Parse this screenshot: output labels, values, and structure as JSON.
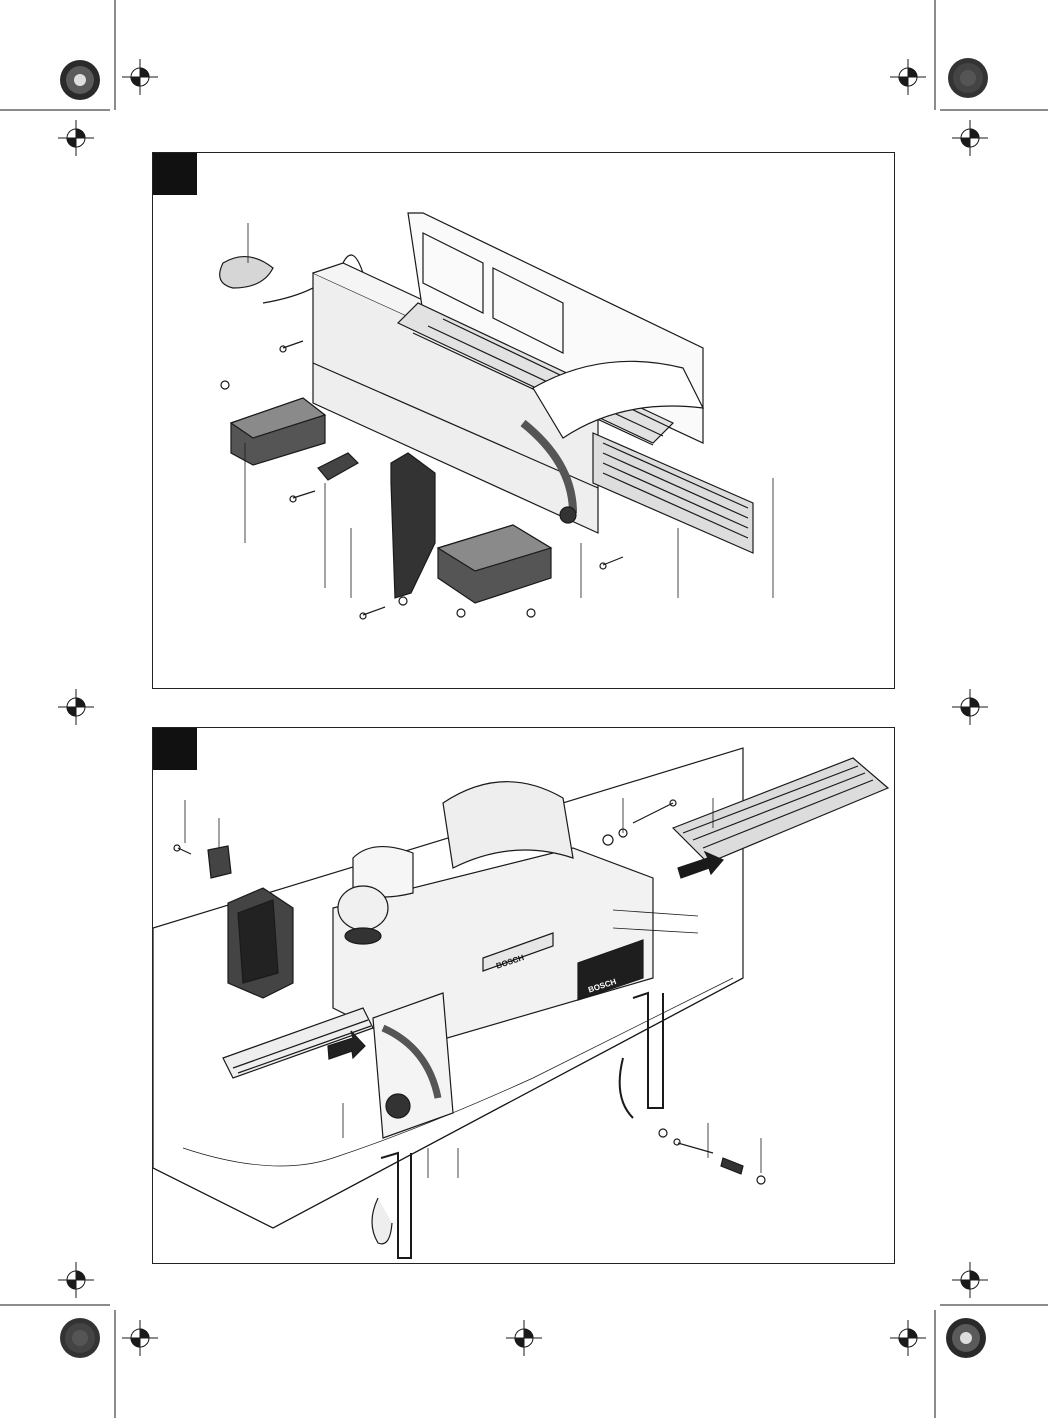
{
  "page": {
    "background": "#ffffff",
    "figures": [
      {
        "id": "figure-1",
        "tab_label": ""
      },
      {
        "id": "figure-2",
        "tab_label": ""
      }
    ],
    "brand_marks": [
      "BOSCH",
      "BOSCH"
    ],
    "print_marks": {
      "registration_targets": 12,
      "color_wheels": 4,
      "icon": "crosshair-registration-icon"
    }
  },
  "colors": {
    "ink": "#1a1a1a",
    "mid_grey": "#8a8a8a",
    "light_grey": "#d6d6d6",
    "dark_fill": "#3a3a3a"
  }
}
